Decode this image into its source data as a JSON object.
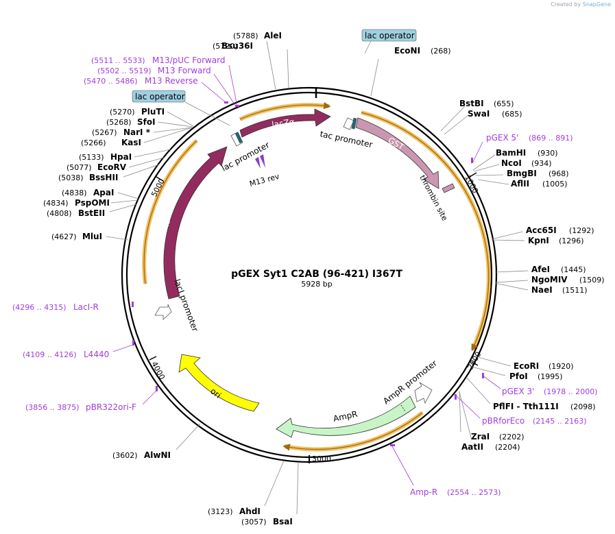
{
  "brand": {
    "created_by": "Created by",
    "app": "SnapGene"
  },
  "plasmid": {
    "name": "pGEX Syt1 C2AB (96-421) I367T",
    "size_label": "5928 bp"
  },
  "colors": {
    "backbone": "#000000",
    "enzyme_text": "#000000",
    "primer": "#a03cdc",
    "lacZa": "#932b5e",
    "lacI": "#932b5e",
    "GST": "#cb96b1",
    "thrombin": "#cb96b1",
    "AmpR": "#c8f5c8",
    "ori": "#ffff00",
    "operator_fill": "#9fcfe0",
    "highlight": "#f2c060"
  },
  "ticks": [
    "1000",
    "2000",
    "3000",
    "4000",
    "5000"
  ],
  "enzymes": [
    {
      "name": "AleI",
      "pos": "(5788)"
    },
    {
      "name": "Bsu36I",
      "pos": "(5720)"
    },
    {
      "name": "EcoNI",
      "pos": "(268)"
    },
    {
      "name": "BstBI",
      "pos": "(655)"
    },
    {
      "name": "SwaI",
      "pos": "(685)"
    },
    {
      "name": "BamHI",
      "pos": "(930)"
    },
    {
      "name": "NcoI",
      "pos": "(934)"
    },
    {
      "name": "BmgBI",
      "pos": "(968)"
    },
    {
      "name": "AflII",
      "pos": "(1005)"
    },
    {
      "name": "Acc65I",
      "pos": "(1292)"
    },
    {
      "name": "KpnI",
      "pos": "(1296)"
    },
    {
      "name": "AfeI",
      "pos": "(1445)"
    },
    {
      "name": "NgoMIV",
      "pos": "(1509)"
    },
    {
      "name": "NaeI",
      "pos": "(1511)"
    },
    {
      "name": "EcoRI",
      "pos": "(1920)"
    },
    {
      "name": "PfoI",
      "pos": "(1995)"
    },
    {
      "name": "PflFI - Tth111I",
      "pos": "(2098)"
    },
    {
      "name": "ZraI",
      "pos": "(2202)"
    },
    {
      "name": "AatII",
      "pos": "(2204)"
    },
    {
      "name": "BsaI",
      "pos": "(3057)"
    },
    {
      "name": "AhdI",
      "pos": "(3123)"
    },
    {
      "name": "AlwNI",
      "pos": "(3602)"
    },
    {
      "name": "MluI",
      "pos": "(4627)"
    },
    {
      "name": "BstEII",
      "pos": "(4808)"
    },
    {
      "name": "PspOMI",
      "pos": "(4834)"
    },
    {
      "name": "ApaI",
      "pos": "(4838)"
    },
    {
      "name": "BssHII",
      "pos": "(5038)"
    },
    {
      "name": "EcoRV",
      "pos": "(5077)"
    },
    {
      "name": "HpaI",
      "pos": "(5133)"
    },
    {
      "name": "KasI",
      "pos": "(5266)"
    },
    {
      "name": "NarI *",
      "pos": "(5267)"
    },
    {
      "name": "SfoI",
      "pos": "(5268)"
    },
    {
      "name": "PluTI",
      "pos": "(5270)"
    }
  ],
  "primers": [
    {
      "name": "M13/pUC Forward",
      "range": "(5511 .. 5533)"
    },
    {
      "name": "M13 Forward",
      "range": "(5502 .. 5519)"
    },
    {
      "name": "M13 Reverse",
      "range": "(5470 .. 5486)"
    },
    {
      "name": "pGEX 5'",
      "range": "(869 .. 891)"
    },
    {
      "name": "pGEX 3'",
      "range": "(1978 .. 2000)"
    },
    {
      "name": "pBRforEco",
      "range": "(2145 .. 2163)"
    },
    {
      "name": "Amp-R",
      "range": "(2554 .. 2573)"
    },
    {
      "name": "pBR322ori-F",
      "range": "(3856 .. 3875)"
    },
    {
      "name": "L4440",
      "range": "(4109 .. 4126)"
    },
    {
      "name": "LacI-R",
      "range": "(4296 .. 4315)"
    }
  ],
  "features": {
    "lacZa": "lacZα",
    "GST": "GST",
    "lacI": "lacI",
    "ori": "ori",
    "AmpR": "AmpR",
    "thrombin_site": "thrombin site",
    "tac_promoter": "tac promoter",
    "lac_promoter": "lac promoter",
    "M13_rev": "M13 rev",
    "lacI_promoter": "lacI promoter",
    "AmpR_promoter": "AmpR promoter",
    "lac_operator_left": "lac operator",
    "lac_operator_right": "lac operator"
  }
}
